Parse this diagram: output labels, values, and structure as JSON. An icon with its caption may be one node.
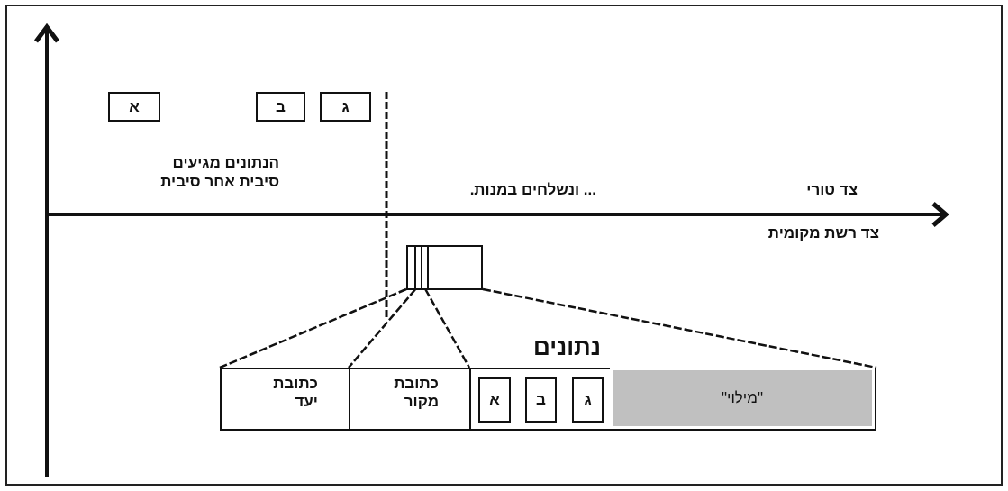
{
  "diagram": {
    "nodes": [
      {
        "text": [
          "א"
        ]
      },
      {
        "text": [
          "ב"
        ]
      },
      {
        "text": [
          "ג"
        ]
      },
      {
        "text": [],
        "shape": "box"
      },
      {
        "text": [
          "כתובת יעד"
        ]
      },
      {
        "text": [
          "כתובת מקור"
        ]
      },
      {
        "text": [
          "נתונים"
        ]
      },
      {
        "text": [
          "א"
        ],
        "in": 6
      },
      {
        "text": [
          "ב"
        ],
        "in": 6
      },
      {
        "text": [
          "ג"
        ],
        "in": 6
      },
      {
        "text": [
          "\"מילוי\""
        ]
      }
    ],
    "edges": [
      {
        "from": 3,
        "to": 4,
        "arrow": "none",
        "style": "dashed"
      },
      {
        "from": 3,
        "to": 5,
        "arrow": "none",
        "style": "dashed"
      },
      {
        "from": 3,
        "to": 6,
        "arrow": "none",
        "style": "dashed"
      },
      {
        "from": 3,
        "to": 10,
        "arrow": "none",
        "style": "dashed"
      }
    ],
    "labels": [
      "הנתונים מגיעים סיבית אחר סיבית",
      "... ונשלחים במנות.",
      "צד טורי",
      "צד רשת מקומית"
    ]
  }
}
